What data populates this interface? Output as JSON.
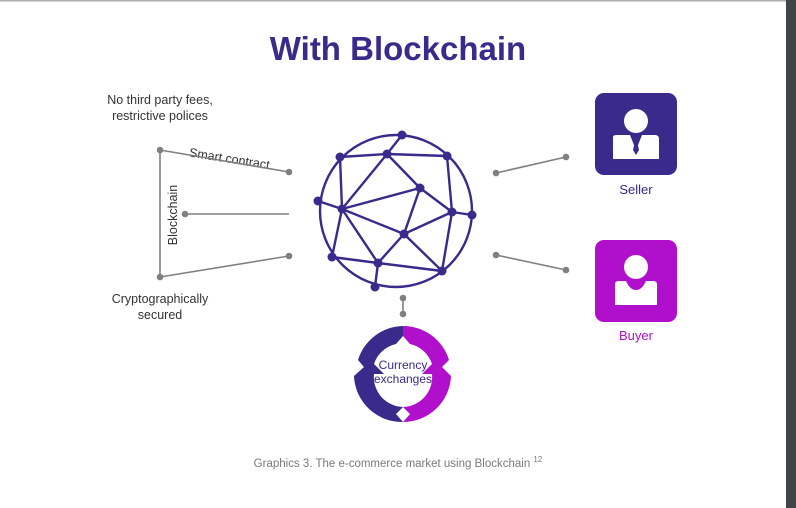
{
  "title": "With Blockchain",
  "labels": {
    "top_left": [
      "No third party fees,",
      "restrictive polices"
    ],
    "smart_contract": "Smart contract",
    "blockchain": "Blockchain",
    "bottom_left": [
      "Cryptographically",
      "secured"
    ],
    "currency": [
      "Currency",
      "exchanges"
    ]
  },
  "actors": {
    "seller": {
      "label": "Seller",
      "icon": "businessman-icon",
      "color": "#3a2a8c"
    },
    "buyer": {
      "label": "Buyer",
      "icon": "user-icon",
      "color": "#b00fcc"
    }
  },
  "caption": {
    "text": "Graphics 3. The e-commerce market using Blockchain ",
    "sup": "12"
  },
  "colors": {
    "primary": "#3a2a8c",
    "accent": "#b00fcc",
    "connector": "#808080"
  }
}
